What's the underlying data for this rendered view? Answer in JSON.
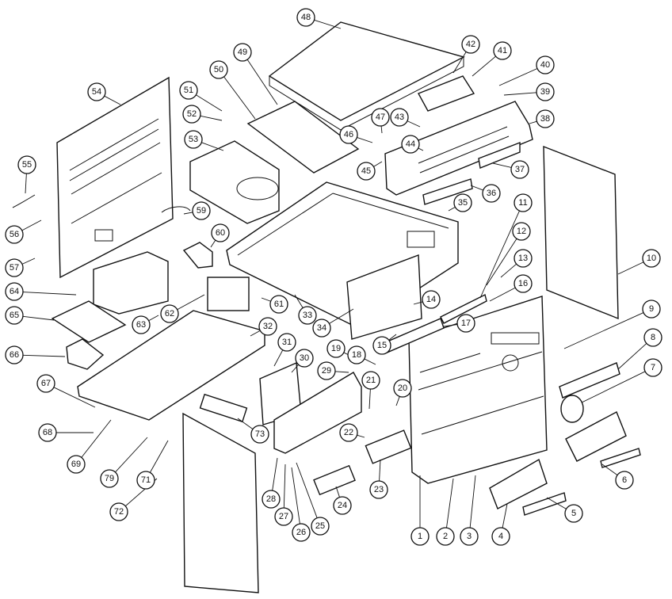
{
  "callouts": [
    {
      "label": "1"
    },
    {
      "label": "2"
    },
    {
      "label": "3"
    },
    {
      "label": "4"
    },
    {
      "label": "5"
    },
    {
      "label": "6"
    },
    {
      "label": "7"
    },
    {
      "label": "8"
    },
    {
      "label": "9"
    },
    {
      "label": "10"
    },
    {
      "label": "11"
    },
    {
      "label": "12"
    },
    {
      "label": "13"
    },
    {
      "label": "14"
    },
    {
      "label": "15"
    },
    {
      "label": "16"
    },
    {
      "label": "17"
    },
    {
      "label": "18"
    },
    {
      "label": "19"
    },
    {
      "label": "20"
    },
    {
      "label": "21"
    },
    {
      "label": "22"
    },
    {
      "label": "23"
    },
    {
      "label": "24"
    },
    {
      "label": "25"
    },
    {
      "label": "26"
    },
    {
      "label": "27"
    },
    {
      "label": "28"
    },
    {
      "label": "29"
    },
    {
      "label": "30"
    },
    {
      "label": "31"
    },
    {
      "label": "32"
    },
    {
      "label": "33"
    },
    {
      "label": "34"
    },
    {
      "label": "35"
    },
    {
      "label": "36"
    },
    {
      "label": "37"
    },
    {
      "label": "38"
    },
    {
      "label": "39"
    },
    {
      "label": "40"
    },
    {
      "label": "41"
    },
    {
      "label": "42"
    },
    {
      "label": "43"
    },
    {
      "label": "44"
    },
    {
      "label": "45"
    },
    {
      "label": "46"
    },
    {
      "label": "47"
    },
    {
      "label": "48"
    },
    {
      "label": "49"
    },
    {
      "label": "50"
    },
    {
      "label": "51"
    },
    {
      "label": "52"
    },
    {
      "label": "53"
    },
    {
      "label": "54"
    },
    {
      "label": "55"
    },
    {
      "label": "56"
    },
    {
      "label": "57"
    },
    {
      "label": "59"
    },
    {
      "label": "60"
    },
    {
      "label": "61"
    },
    {
      "label": "62"
    },
    {
      "label": "63"
    },
    {
      "label": "64"
    },
    {
      "label": "65"
    },
    {
      "label": "66"
    },
    {
      "label": "67"
    },
    {
      "label": "68"
    },
    {
      "label": "69"
    },
    {
      "label": "71"
    },
    {
      "label": "72"
    },
    {
      "label": "73"
    },
    {
      "label": "79"
    }
  ]
}
